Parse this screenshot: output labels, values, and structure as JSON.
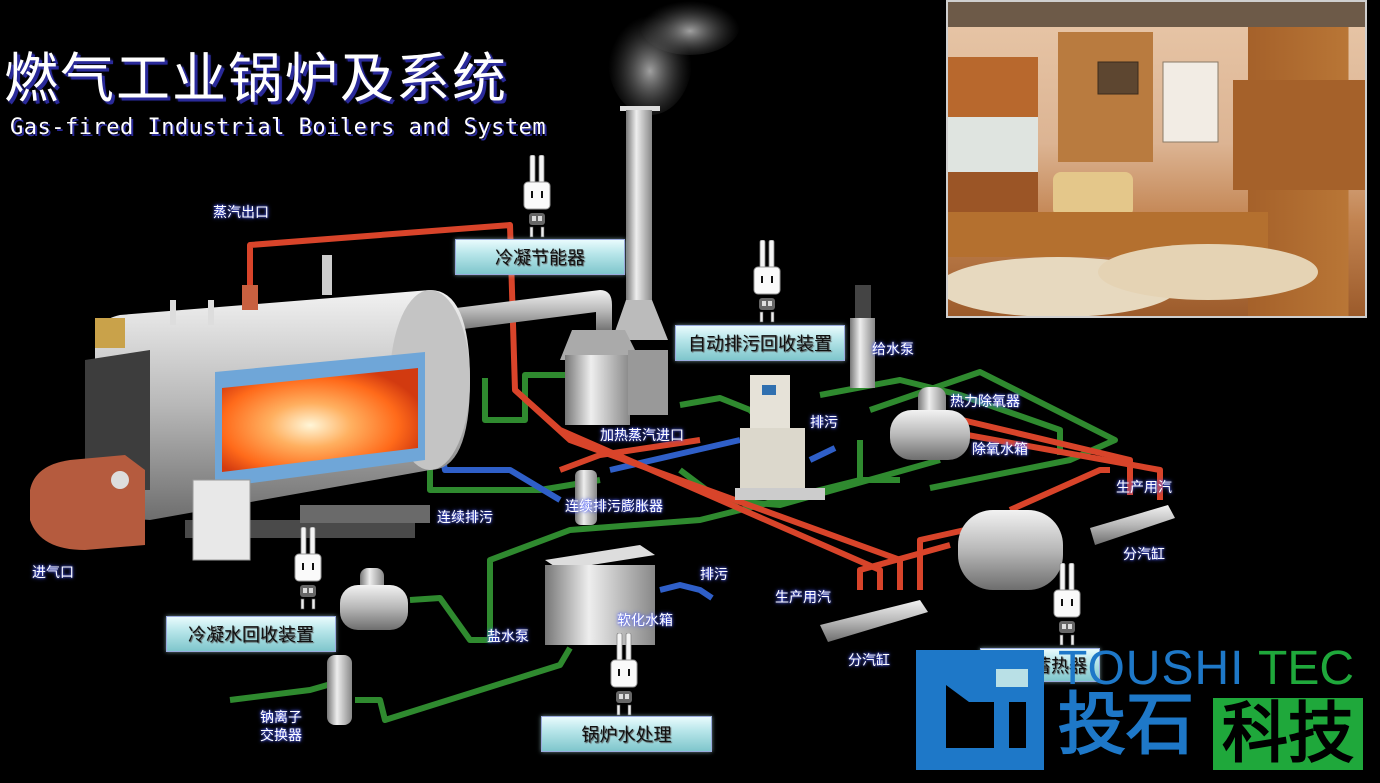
{
  "title": {
    "cn": "燃气工业锅炉及系统",
    "en": "Gas-fired Industrial Boilers and System"
  },
  "labels": {
    "steam_outlet": "蒸汽出口",
    "gas_inlet": "进气口",
    "continuous_blowdown": "连续排污",
    "heating_steam_inlet": "加热蒸汽进口",
    "blowdown_flash_tank": "连续排污膨胀器",
    "blowdown_1": "排污",
    "blowdown_2": "排污",
    "feed_pump": "给水泵",
    "thermal_deaerator": "热力除氧器",
    "deaerator_tank": "除氧水箱",
    "process_steam_1": "生产用汽",
    "process_steam_2": "生产用汽",
    "steam_header_1": "分汽缸",
    "steam_header_2": "分汽缸",
    "brine_pump": "盐水泵",
    "softened_water_tank": "软化水箱",
    "sodium_ion_exchanger_line1": "钠离子",
    "sodium_ion_exchanger_line2": "交换器"
  },
  "callouts": {
    "condensing_economizer": "冷凝节能器",
    "auto_blowdown_recovery": "自动排污回收装置",
    "condensate_recovery": "冷凝水回收装置",
    "boiler_water_treatment": "锅炉水处理",
    "heat_accumulator": "蓄热器"
  },
  "logo": {
    "en_blue": "TOUSHI",
    "en_green": "TEC",
    "cn_blue": "投石",
    "cn_green": "科技"
  },
  "colors": {
    "steam_pipe": "#d8442a",
    "water_pipe": "#2f8a2f",
    "blowdown_pipe": "#2f5fc8",
    "logo_blue": "#1e78c8",
    "logo_green": "#1fa83b"
  }
}
